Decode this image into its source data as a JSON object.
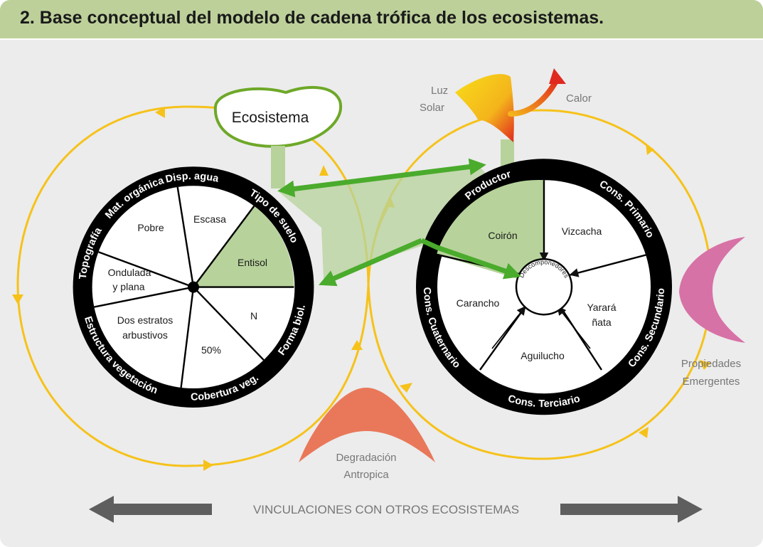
{
  "header": {
    "title": "2. Base conceptual del modelo de cadena trófica de los ecosistemas."
  },
  "diagram": {
    "ecosistema_label": "Ecosistema",
    "luz_solar": [
      "Luz",
      "Solar"
    ],
    "calor": "Calor",
    "left_wheel": {
      "ring_labels": {
        "disp_agua": "Disp. agua",
        "mat_organica": "Mat. orgánica",
        "tipo_de_suelo": "Tipo de suelo",
        "topografia": "Topografía",
        "forma_biol": "Forma biol.",
        "estructura_vegetacion": "Estructura vegetación",
        "cobertura_veg": "Cobertura veg."
      },
      "segments": {
        "pobre": "Pobre",
        "escasa": "Escasa",
        "entisol": "Entisol",
        "ondulada": [
          "Ondulada",
          "y plana"
        ],
        "n": "N",
        "dos_estratos": [
          "Dos estratos",
          "arbustivos"
        ],
        "cobertura_pct": "50%"
      }
    },
    "right_wheel": {
      "ring_labels": {
        "productor": "Productor",
        "cons_primario": "Cons. Primario",
        "cons_cuaternario": "Cons. Cuaternario",
        "cons_secundario": "Cons. Secundario",
        "cons_terciario": "Cons. Terciario"
      },
      "segments": {
        "coiron": "Coirón",
        "vizcacha": "Vizcacha",
        "carancho": "Carancho",
        "yarara": [
          "Yarará",
          "ñata"
        ],
        "aguilucho": "Aguilucho"
      },
      "center": "Descomponedores"
    },
    "propiedades": [
      "Propiedades",
      "Emergentes"
    ],
    "degradacion": [
      "Degradación",
      "Antropica"
    ],
    "vinculaciones": "VINCULACIONES CON OTROS ECOSISTEMAS"
  },
  "colors": {
    "header_bg": "#bdd09a",
    "panel_bg": "#ececec",
    "cycle_arrow": "#f6c21a",
    "link_green": "#4aab2c",
    "highlight_green": "#b7d39b",
    "wheel_ring": "#000000",
    "pink_shape": "#d772a6",
    "orange_shape": "#e9785a",
    "grey_arrow": "#5e5e5e"
  }
}
